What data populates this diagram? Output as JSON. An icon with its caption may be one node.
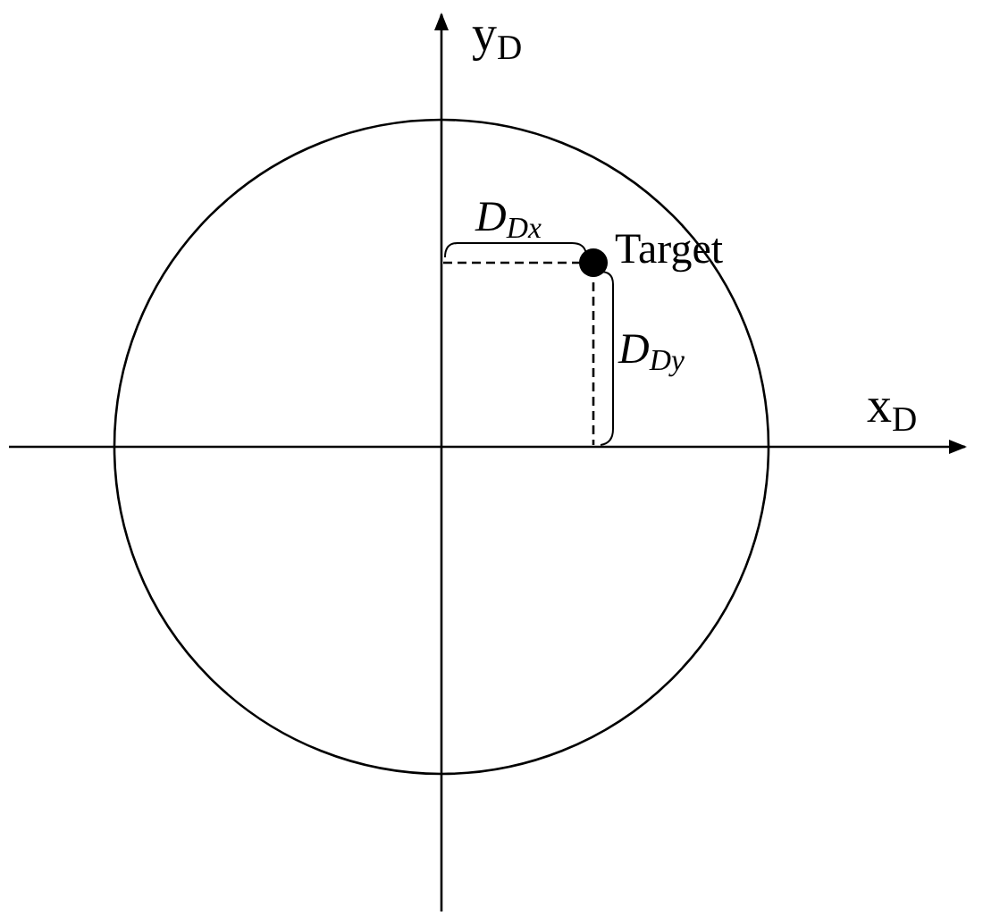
{
  "diagram": {
    "labels": [
      "y$_{D}$",
      "D$_{Dx}$",
      "Target",
      "D$_{Dy}$",
      "x$_{D}$"
    ]
  }
}
